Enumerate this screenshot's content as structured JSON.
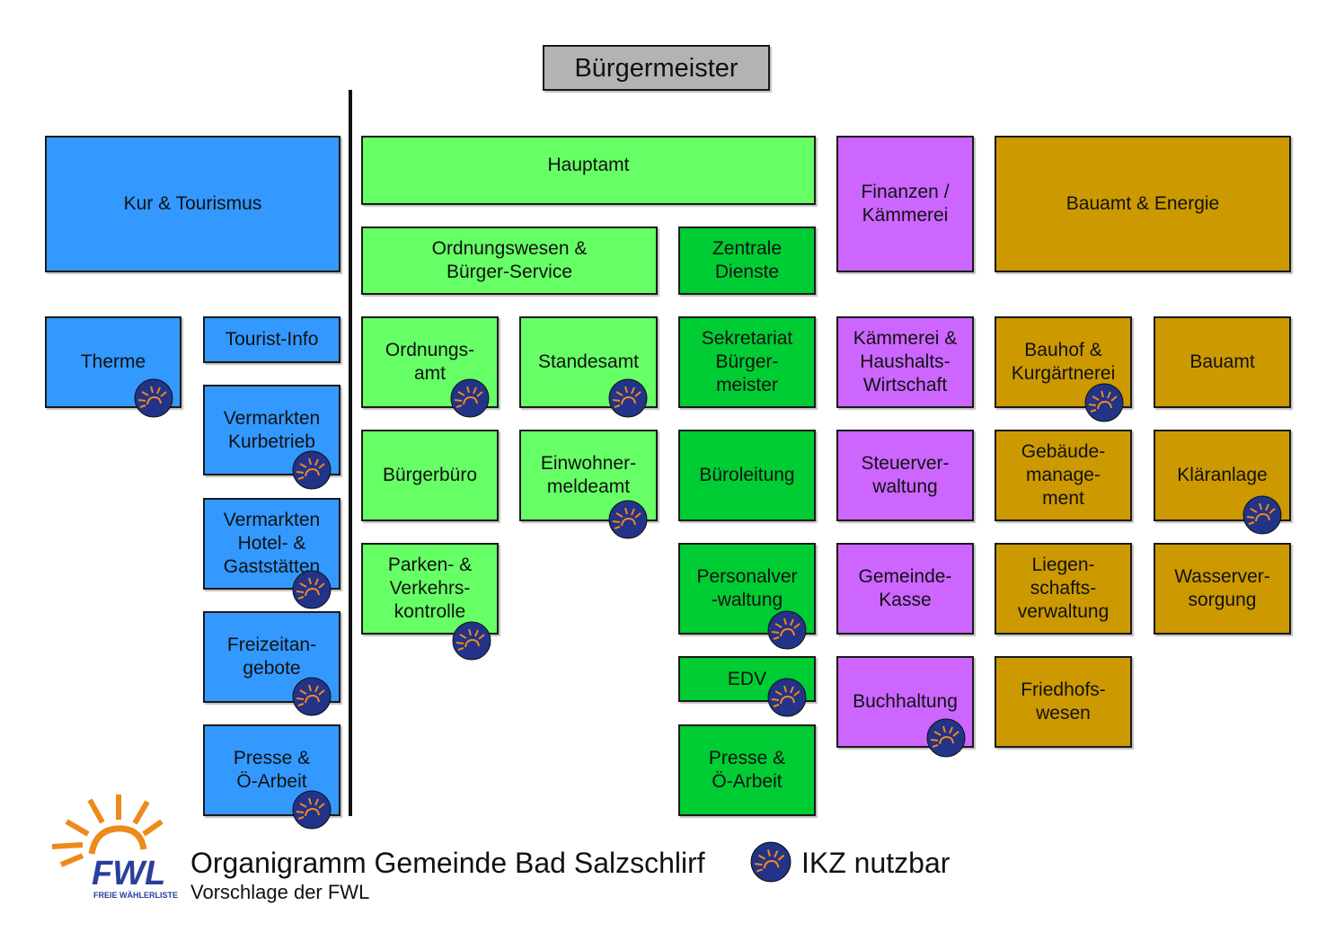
{
  "title": "Bürgermeister",
  "columns": {
    "kur": {
      "head": "Kur & Tourismus",
      "items": [
        {
          "label": "Therme",
          "ikz": true
        },
        {
          "label": "Tourist-Info",
          "ikz": false
        },
        {
          "label": "Vermarkten\nKurbetrieb",
          "ikz": true
        },
        {
          "label": "Vermarkten\nHotel- &\nGaststätten",
          "ikz": true
        },
        {
          "label": "Freizeitan-\ngebote",
          "ikz": true
        },
        {
          "label": "Presse &\nÖ-Arbeit",
          "ikz": true
        }
      ]
    },
    "haupt": {
      "head": "Hauptamt",
      "ordnung": {
        "head": "Ordnungswesen &\nBürger-Service",
        "items": [
          {
            "label": "Ordnungs-\namt",
            "ikz": true
          },
          {
            "label": "Standesamt",
            "ikz": true
          },
          {
            "label": "Bürgerbüro",
            "ikz": false
          },
          {
            "label": "Einwohner-\nmeldeamt",
            "ikz": true
          },
          {
            "label": "Parken- &\nVerkehrs-\nkontrolle",
            "ikz": true
          }
        ]
      },
      "zentral": {
        "head": "Zentrale\nDienste",
        "items": [
          {
            "label": "Sekretariat\nBürger-\nmeister",
            "ikz": false
          },
          {
            "label": "Büroleitung",
            "ikz": false
          },
          {
            "label": "Personalver\n-waltung",
            "ikz": true
          },
          {
            "label": "EDV",
            "ikz": true
          },
          {
            "label": "Presse &\nÖ-Arbeit",
            "ikz": false
          }
        ]
      }
    },
    "finanzen": {
      "head": "Finanzen /\nKämmerei",
      "items": [
        {
          "label": "Kämmerei &\nHaushalts-\nWirtschaft",
          "ikz": false
        },
        {
          "label": "Steuerver-\nwaltung",
          "ikz": false
        },
        {
          "label": "Gemeinde-\nKasse",
          "ikz": false
        },
        {
          "label": "Buchhaltung",
          "ikz": true
        }
      ]
    },
    "bau": {
      "head": "Bauamt & Energie",
      "items": [
        {
          "label": "Bauhof &\nKurgärtnerei",
          "ikz": true
        },
        {
          "label": "Bauamt",
          "ikz": false
        },
        {
          "label": "Gebäude-\nmanage-\nment",
          "ikz": false
        },
        {
          "label": "Kläranlage",
          "ikz": true
        },
        {
          "label": "Liegen-\nschafts-\nverwaltung",
          "ikz": false
        },
        {
          "label": "Wasserver-\nsorgung",
          "ikz": false
        },
        {
          "label": "Friedhofs-\nwesen",
          "ikz": false
        }
      ]
    }
  },
  "footer": {
    "title": "Organigramm Gemeinde Bad Salzschlirf",
    "subtitle": "Vorschlage der FWL",
    "legend": "IKZ nutzbar",
    "logo_text": "FWL",
    "logo_sub": "FREIE WÄHLERLISTE"
  },
  "colors": {
    "kur": "#3399ff",
    "hauptamt_light": "#66ff66",
    "hauptamt_dark": "#00cc33",
    "finanzen": "#cc66ff",
    "bau": "#cc9900",
    "buergermeister": "#b3b3b1",
    "ikz_badge": "#223388",
    "ikz_sun": "#ee8822"
  }
}
